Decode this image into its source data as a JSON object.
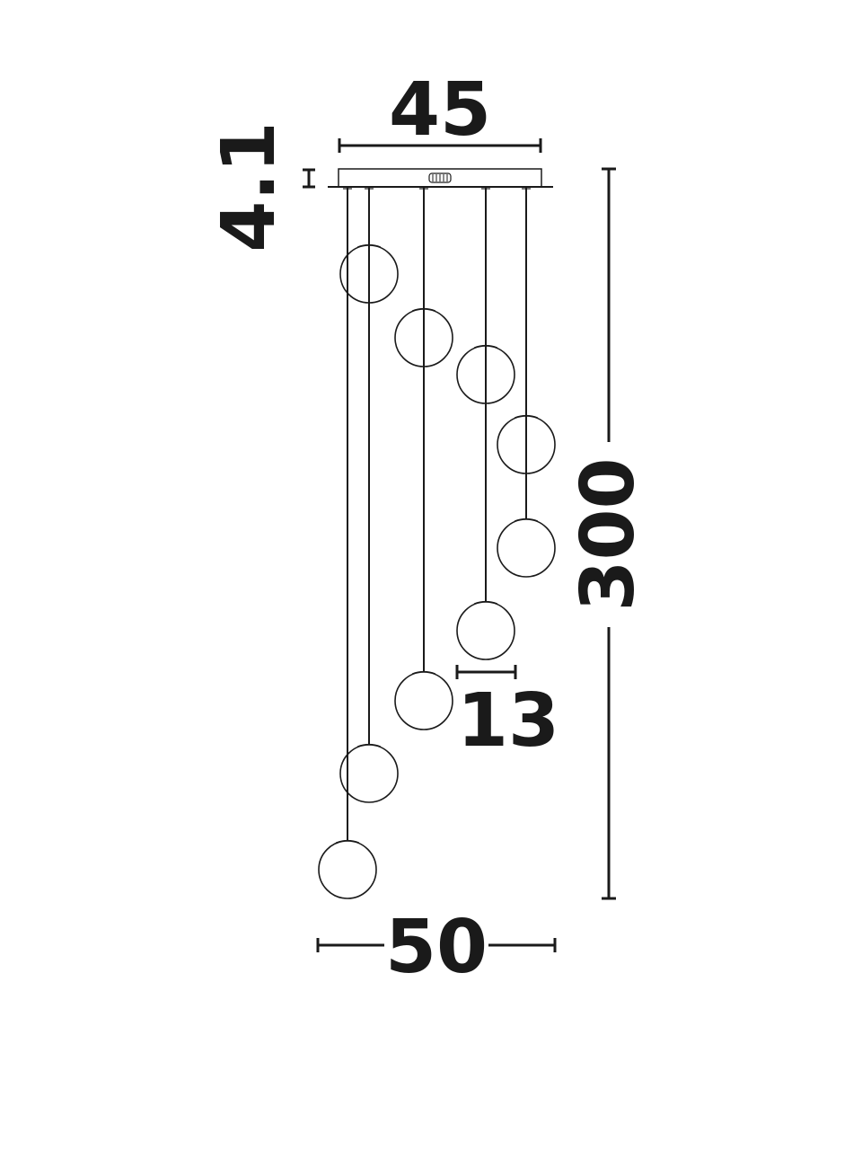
{
  "dimensions": {
    "canopy_width": "45",
    "canopy_height": "4.1",
    "total_height": "300",
    "globe_diameter": "13",
    "overall_width": "50"
  },
  "pendants": {
    "count": 9,
    "cable_count": 5
  },
  "colors": {
    "line": "#1a1a1a",
    "background": "#ffffff"
  }
}
